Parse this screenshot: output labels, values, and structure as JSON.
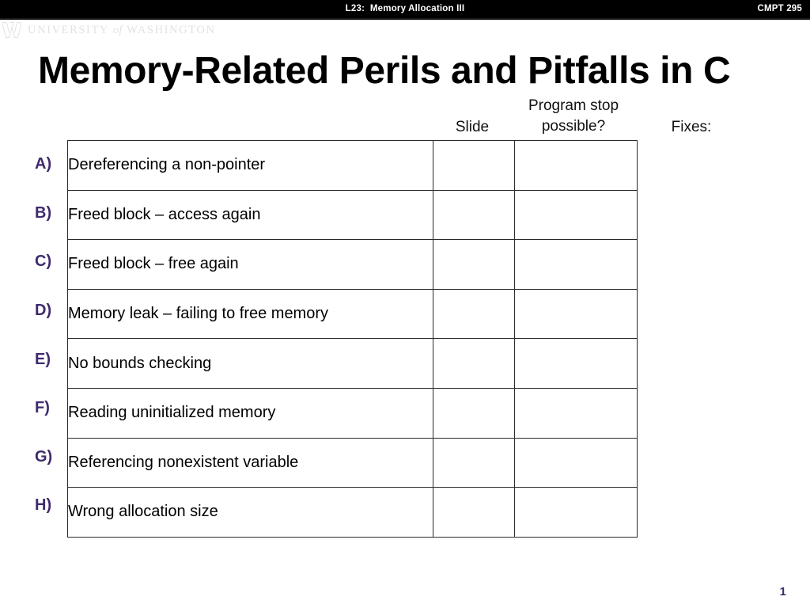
{
  "banner": {
    "lecture": "L23:  Memory Allocation III",
    "course": "CMPT 295"
  },
  "logo": {
    "icon": "uw-w-monogram",
    "word_university": "UNIVERSITY",
    "word_of": "of",
    "word_washington": "WASHINGTON"
  },
  "title": "Memory-Related Perils and Pitfalls in C",
  "headers": {
    "slide": "Slide",
    "program_stop_line1": "Program stop",
    "program_stop_line2": "possible?",
    "fixes": "Fixes:"
  },
  "table": {
    "rows": [
      {
        "letter": "A)",
        "description": "Dereferencing a non-pointer",
        "slide": "",
        "stop": ""
      },
      {
        "letter": "B)",
        "description": "Freed block – access again",
        "slide": "",
        "stop": ""
      },
      {
        "letter": "C)",
        "description": "Freed block – free again",
        "slide": "",
        "stop": ""
      },
      {
        "letter": "D)",
        "description": "Memory leak – failing to free memory",
        "slide": "",
        "stop": ""
      },
      {
        "letter": "E)",
        "description": "No bounds checking",
        "slide": "",
        "stop": ""
      },
      {
        "letter": "F)",
        "description": "Reading uninitialized memory",
        "slide": "",
        "stop": ""
      },
      {
        "letter": "G)",
        "description": "Referencing nonexistent variable",
        "slide": "",
        "stop": ""
      },
      {
        "letter": "H)",
        "description": "Wrong allocation size",
        "slide": "",
        "stop": ""
      }
    ]
  },
  "page_number": "1",
  "colors": {
    "banner_bg": "#000000",
    "banner_text": "#ffffff",
    "accent_purple": "#3f2a6e",
    "logo_gray": "#e2e2e2",
    "table_border": "#2b2b2b",
    "body_text": "#000000"
  }
}
